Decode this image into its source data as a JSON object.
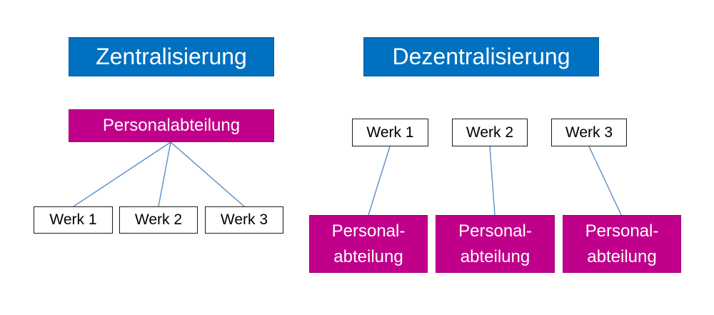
{
  "left": {
    "title": "Zentralisierung",
    "department": "Personalabteilung",
    "plants": [
      "Werk 1",
      "Werk 2",
      "Werk 3"
    ]
  },
  "right": {
    "title": "Dezentralisierung",
    "plants": [
      "Werk 1",
      "Werk 2",
      "Werk 3"
    ],
    "departments": [
      {
        "line1": "Personal-",
        "line2": "abteilung"
      },
      {
        "line1": "Personal-",
        "line2": "abteilung"
      },
      {
        "line1": "Personal-",
        "line2": "abteilung"
      }
    ]
  },
  "colors": {
    "title_fill": "#0070c0",
    "department_fill": "#c0008a",
    "connector": "#5b8fc7"
  }
}
